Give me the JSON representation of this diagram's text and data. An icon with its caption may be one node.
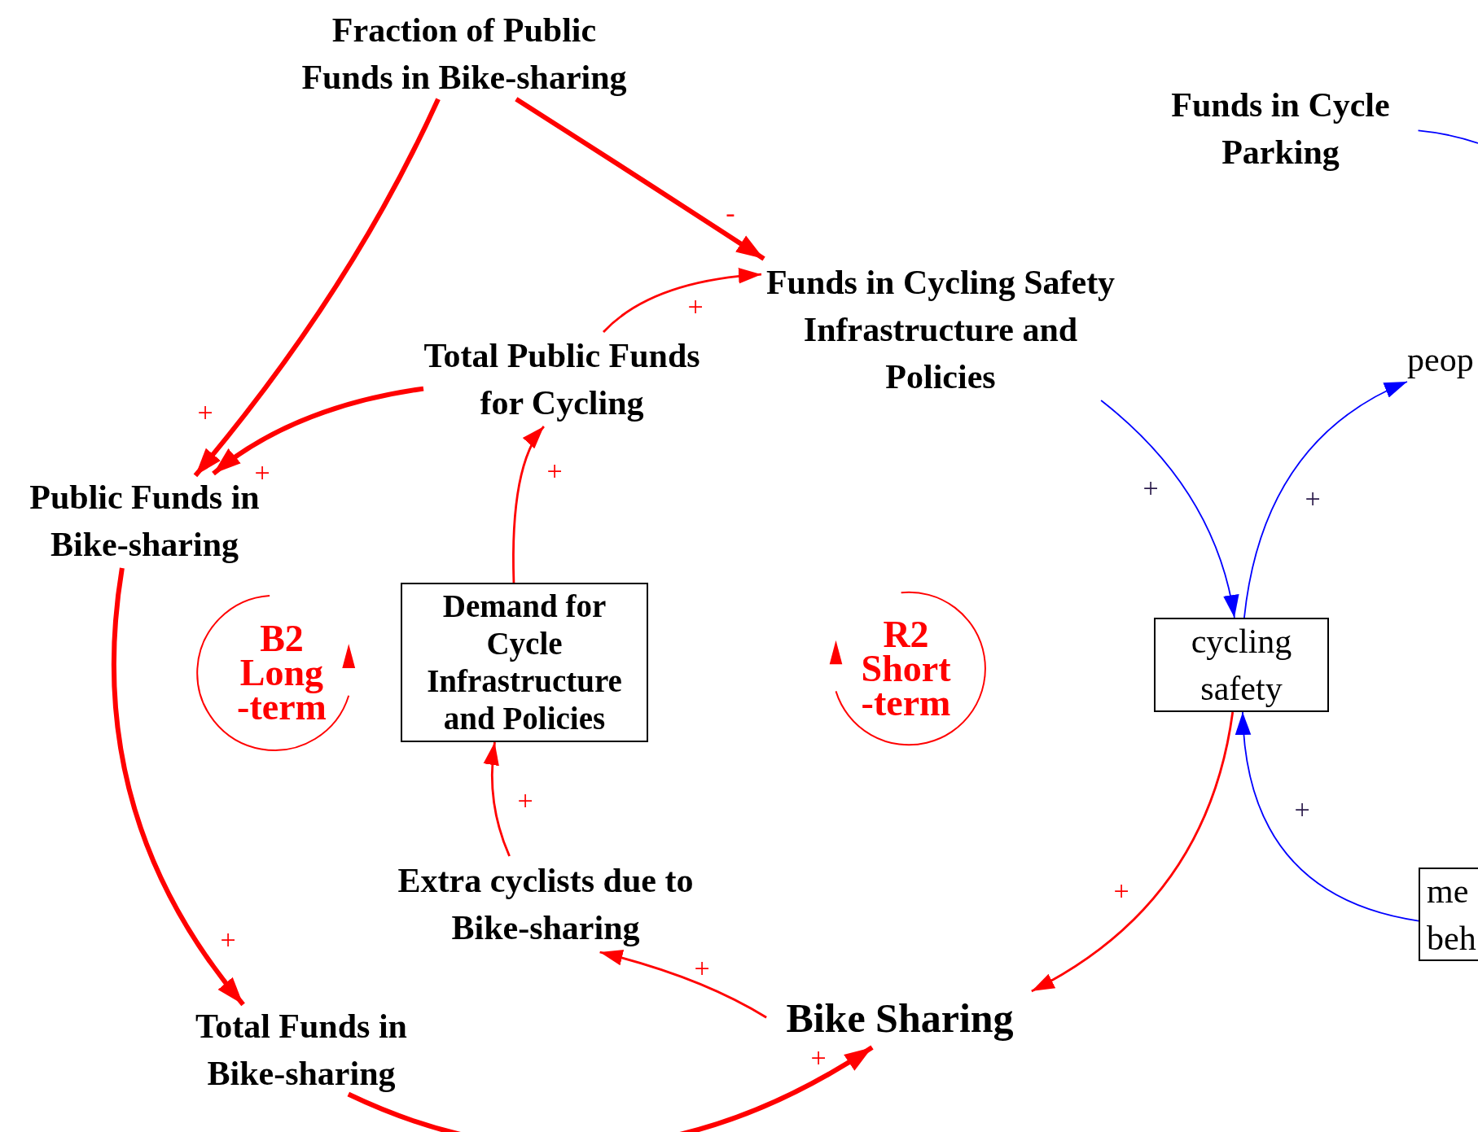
{
  "diagram": {
    "nodes": [
      {
        "text": [
          "Fraction of Public Funds in Bike-sharing"
        ]
      },
      {
        "text": [
          "Funds in Cycle Parking"
        ]
      },
      {
        "text": [
          "Funds in Cycling Safety Infrastructure and Policies"
        ]
      },
      {
        "text": [
          "peop"
        ]
      },
      {
        "text": [
          "Total Public Funds for Cycling"
        ]
      },
      {
        "text": [
          "Public Funds in Bike-sharing"
        ]
      },
      {
        "text": [
          "B2 Long -term"
        ]
      },
      {
        "text": [
          "Demand for Cycle Infrastructure and Policies"
        ]
      },
      {
        "text": [
          "R2 Short -term"
        ]
      },
      {
        "text": [
          "cycling safety"
        ]
      },
      {
        "text": [
          "me beh"
        ]
      },
      {
        "text": [
          "Extra cyclists due to Bike-sharing"
        ]
      },
      {
        "text": [
          "Bike Sharing"
        ]
      },
      {
        "text": [
          "Total Funds in Bike-sharing"
        ]
      }
    ],
    "edges": [
      {
        "from": 0,
        "to": 5,
        "arrow": "to",
        "label": "+",
        "style": "thick"
      },
      {
        "from": 0,
        "to": 2,
        "arrow": "to",
        "label": "-",
        "style": "thick"
      },
      {
        "from": 4,
        "to": 2,
        "arrow": "to",
        "label": "+"
      },
      {
        "from": 4,
        "to": 5,
        "arrow": "to",
        "label": "+",
        "style": "thick"
      },
      {
        "from": 7,
        "to": 4,
        "arrow": "to",
        "label": "+"
      },
      {
        "from": 5,
        "to": 13,
        "arrow": "to",
        "label": "+",
        "style": "thick"
      },
      {
        "from": 13,
        "to": 12,
        "arrow": "to",
        "label": "+",
        "style": "thick"
      },
      {
        "from": 12,
        "to": 11,
        "arrow": "to",
        "label": "+"
      },
      {
        "from": 11,
        "to": 7,
        "arrow": "to",
        "label": "+"
      },
      {
        "from": 2,
        "to": 9,
        "arrow": "to",
        "label": "+",
        "color": "#0000ff"
      },
      {
        "from": 9,
        "to": 3,
        "arrow": "to",
        "label": "+",
        "color": "#0000ff"
      },
      {
        "from": 10,
        "to": 9,
        "arrow": "to",
        "label": "+",
        "color": "#0000ff"
      },
      {
        "from": 9,
        "to": 12,
        "arrow": "to",
        "label": "+"
      },
      {
        "from": 1,
        "to": null,
        "arrow": "none",
        "color": "#0000ff"
      }
    ]
  }
}
